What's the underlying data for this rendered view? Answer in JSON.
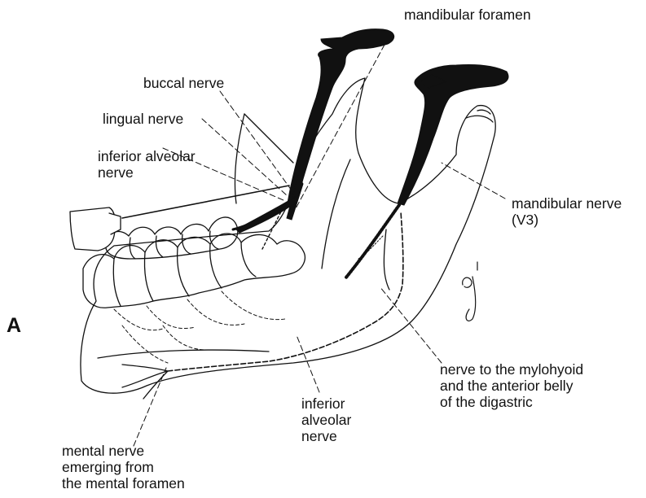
{
  "figure": {
    "panel_letter": "A",
    "signature": "gj",
    "labels": {
      "mandibular_foramen": "mandibular foramen",
      "buccal_nerve": "buccal nerve",
      "lingual_nerve": "lingual nerve",
      "inferior_alveolar_nerve_top": "inferior alveolar\nnerve",
      "mandibular_nerve": "mandibular nerve\n(V3)",
      "nerve_to_mylohyoid": "nerve to the mylohyoid\nand the anterior belly\nof the digastric",
      "inferior_alveolar_nerve_bottom": "inferior\nalveolar\nnerve",
      "mental_nerve": "mental nerve\nemerging from\nthe mental foramen"
    }
  }
}
